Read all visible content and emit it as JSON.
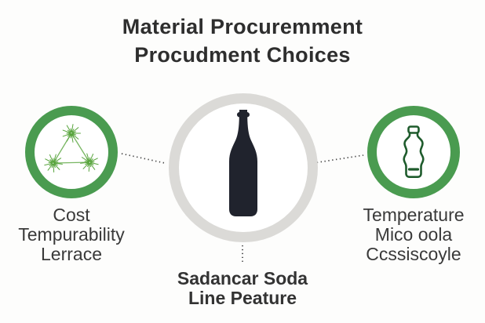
{
  "title": {
    "line1": "Material Procuremment",
    "line2": "Procudment Choices"
  },
  "nodes": {
    "left": {
      "icon": "molecule-triangle-icon",
      "label_lines": [
        "Cost",
        "Tempurability",
        "Lerrace"
      ]
    },
    "center": {
      "icon": "soda-bottle-silhouette-icon",
      "label_lines": [
        "Sadancar Soda",
        "Line Peature"
      ]
    },
    "right": {
      "icon": "soda-bottle-outline-icon",
      "label_lines": [
        "Temperature",
        "Mico oola",
        "Ccssiscoyle"
      ]
    }
  },
  "colors": {
    "accent_green": "#4A9B50",
    "ring_gray": "#DBDAD7",
    "icon_spark_green": "#57A43C",
    "icon_outline_green": "#1E5B2C",
    "bottle_dark": "#20232D",
    "title_color": "#2E2E2E",
    "label_color": "#3A3A3A",
    "connector_dot_color": "#3E3E3E"
  }
}
